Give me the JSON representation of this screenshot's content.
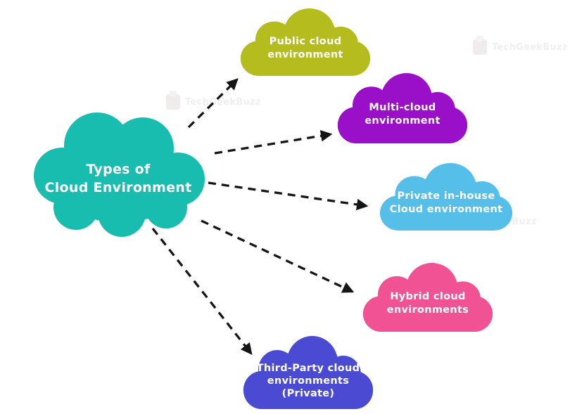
{
  "diagram": {
    "background": "#ffffff",
    "arrow_color": "#151515",
    "arrow_style": "dashed",
    "watermark": {
      "text": "TechGeekBuzz",
      "color": "#e2e2e2"
    },
    "clouds": [
      {
        "id": "types-root",
        "color": "#18bdb0",
        "text_color": "#ffffff",
        "lines": [
          "Types of",
          "Cloud Environment"
        ]
      },
      {
        "id": "public",
        "color": "#b4bc1e",
        "text_color": "#ffffff",
        "lines": [
          "Public cloud",
          "environment"
        ]
      },
      {
        "id": "multi",
        "color": "#9a10c9",
        "text_color": "#ffffff",
        "lines": [
          "Multi-cloud",
          "environment"
        ]
      },
      {
        "id": "private",
        "color": "#55bee9",
        "text_color": "#ffffff",
        "lines": [
          "Private in-house",
          "Cloud environment"
        ]
      },
      {
        "id": "hybrid",
        "color": "#f05294",
        "text_color": "#ffffff",
        "lines": [
          "Hybrid cloud",
          "environments"
        ]
      },
      {
        "id": "third-party",
        "color": "#4a4bd2",
        "text_color": "#ffffff",
        "lines": [
          "Third-Party cloud",
          "environments",
          "(Private)"
        ]
      }
    ]
  }
}
